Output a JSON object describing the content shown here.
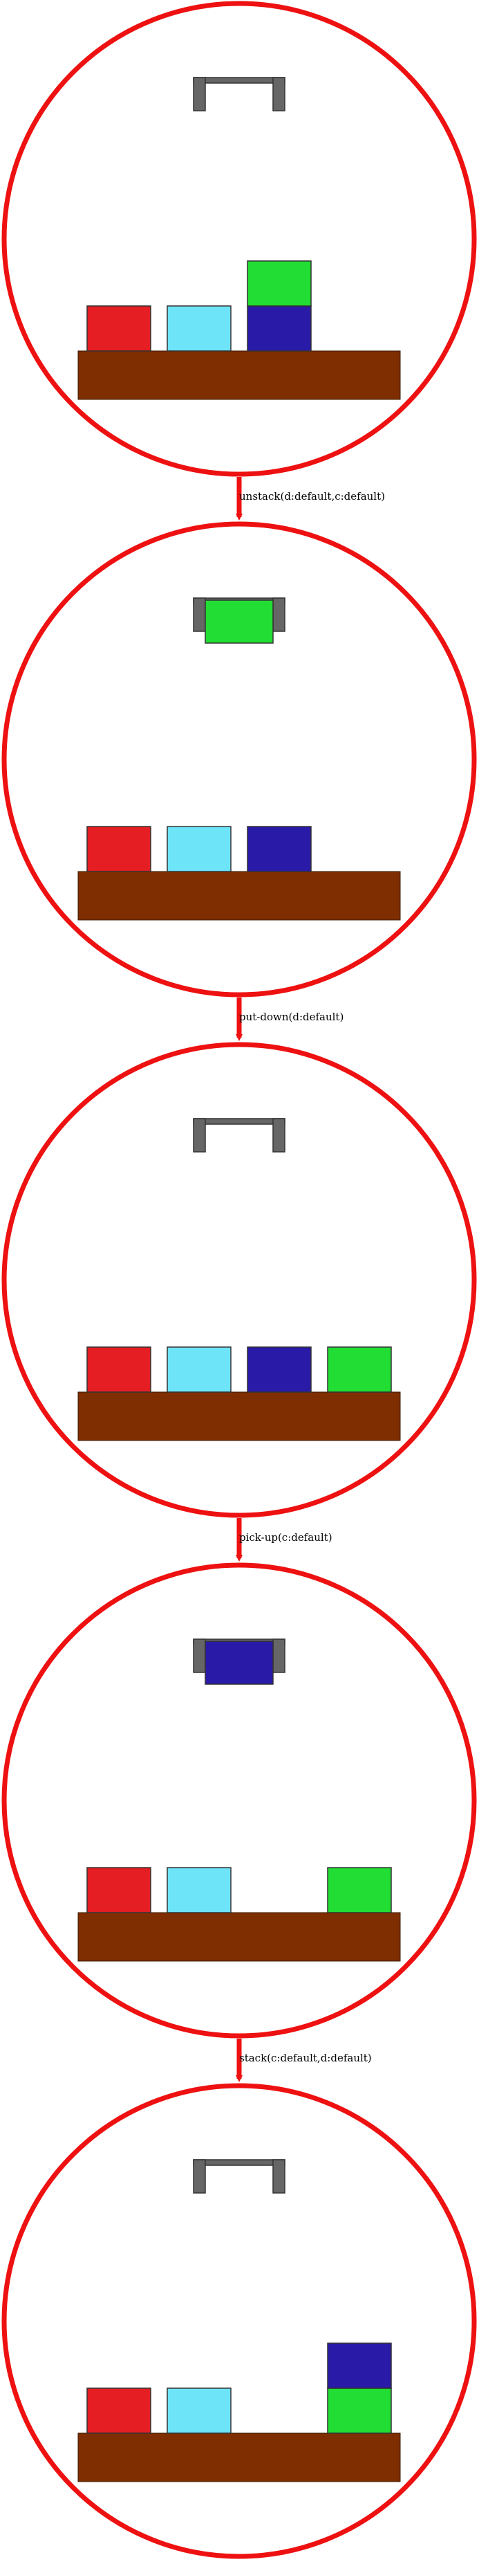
{
  "colors": {
    "circle": "#ee1111",
    "arrow": "#ee1111",
    "table": "#7e2e00",
    "gripper": "#666666",
    "a": "#e41e22",
    "b": "#6ee4f8",
    "c": "#2a1aa8",
    "d": "#22dd33"
  },
  "states": [
    {
      "slots": [
        [
          "a"
        ],
        [
          "b"
        ],
        [
          "c",
          "d"
        ],
        []
      ],
      "held": null
    },
    {
      "slots": [
        [
          "a"
        ],
        [
          "b"
        ],
        [
          "c"
        ],
        []
      ],
      "held": "d"
    },
    {
      "slots": [
        [
          "a"
        ],
        [
          "b"
        ],
        [
          "c"
        ],
        [
          "d"
        ]
      ],
      "held": null
    },
    {
      "slots": [
        [
          "a"
        ],
        [
          "b"
        ],
        [],
        [
          "d"
        ]
      ],
      "held": "c"
    },
    {
      "slots": [
        [
          "a"
        ],
        [
          "b"
        ],
        [],
        [
          "d",
          "c"
        ]
      ],
      "held": null
    }
  ],
  "transitions": [
    {
      "label": "unstack(d:default,c:default)"
    },
    {
      "label": "put-down(d:default)"
    },
    {
      "label": "pick-up(c:default)"
    },
    {
      "label": "stack(c:default,d:default)"
    }
  ]
}
